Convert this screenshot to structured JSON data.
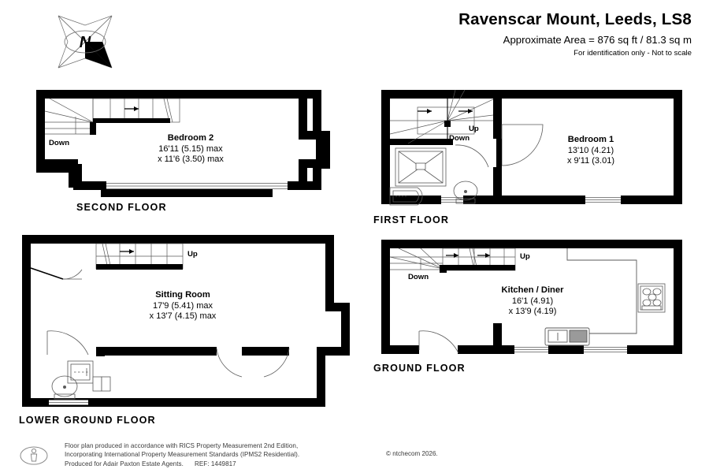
{
  "header": {
    "title": "Ravenscar Mount, Leeds, LS8",
    "area": "Approximate Area = 876 sq ft / 81.3 sq m",
    "disclaimer": "For identification only - Not to scale"
  },
  "compass": {
    "north_label": "N",
    "icon": "compass-rose-icon"
  },
  "floors": [
    {
      "id": "second-floor",
      "label": "SECOND FLOOR",
      "rooms": [
        {
          "name": "Bedroom 2",
          "dim1": "16'11 (5.15) max",
          "dim2": "x 11'6 (3.50) max"
        }
      ],
      "stairs": [
        {
          "direction": "Down"
        }
      ]
    },
    {
      "id": "first-floor",
      "label": "FIRST FLOOR",
      "rooms": [
        {
          "name": "Bedroom 1",
          "dim1": "13'10 (4.21)",
          "dim2": "x 9'11 (3.01)"
        }
      ],
      "stairs": [
        {
          "direction": "Up"
        },
        {
          "direction": "Down"
        }
      ],
      "fixtures": [
        "shower-tray",
        "bath",
        "wc"
      ]
    },
    {
      "id": "lower-ground-floor",
      "label": "LOWER GROUND FLOOR",
      "rooms": [
        {
          "name": "Sitting Room",
          "dim1": "17'9 (5.41) max",
          "dim2": "x 13'7 (4.15) max"
        }
      ],
      "stairs": [
        {
          "direction": "Up"
        }
      ],
      "fixtures": [
        "bath",
        "wc"
      ]
    },
    {
      "id": "ground-floor",
      "label": "GROUND FLOOR",
      "rooms": [
        {
          "name": "Kitchen / Diner",
          "dim1": "16'1 (4.91)",
          "dim2": "x 13'9 (4.19)"
        }
      ],
      "stairs": [
        {
          "direction": "Up"
        },
        {
          "direction": "Down"
        }
      ],
      "fixtures": [
        "hob",
        "sink"
      ]
    }
  ],
  "footer": {
    "icon": "rics-person-icon",
    "line1": "Floor plan produced in accordance with RICS Property Measurement 2nd Edition,",
    "line2": "Incorporating International Property Measurement Standards (IPMS2 Residential).",
    "line3_a": "Produced for Adair Paxton Estate Agents.",
    "line3_b": "REF: 1449817",
    "copyright": "© ntchecom 2026."
  },
  "colors": {
    "wall": "#000000",
    "background": "#ffffff",
    "thin_line": "#555555",
    "appliance_grey": "#9a9a9a"
  }
}
